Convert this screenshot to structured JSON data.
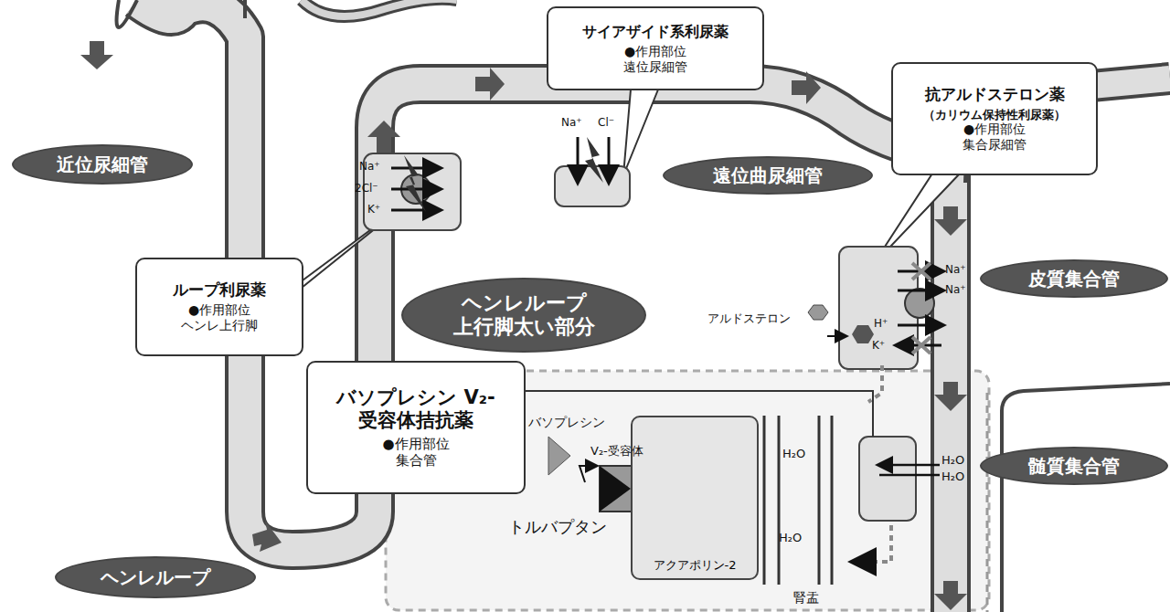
{
  "diagram": {
    "nodes": [
      {
        "text": [
          "サイアザイド系利尿薬",
          "●作用部位",
          "遠位尿細管"
        ]
      },
      {
        "text": [
          "抗アルドステロン薬",
          "（カリウム保持性利尿薬）",
          "●作用部位",
          "集合尿細管"
        ]
      },
      {
        "text": [
          "近位尿細管"
        ]
      },
      {
        "text": [
          "遠位曲尿細管"
        ]
      },
      {
        "text": [
          "皮質集合管"
        ]
      },
      {
        "text": [
          "ループ利尿薬",
          "●作用部位",
          "ヘンレ上行脚"
        ]
      },
      {
        "text": [
          "ヘンレループ 上行脚太い部分"
        ]
      },
      {
        "text": [
          "バソプレシン V₂-受容体拮抗薬",
          "●作用部位",
          "集合管"
        ]
      },
      {
        "text": [
          "アクアポリン-2"
        ]
      },
      {
        "text": [
          "髄質集合管"
        ]
      },
      {
        "text": [
          "ヘンレループ"
        ]
      }
    ],
    "edges": [],
    "labels": [
      "Na⁺",
      "2Cl⁻",
      "K⁺",
      "Na⁺",
      "Cl⁻",
      "Na⁺",
      "Na⁺",
      "アルドステロン",
      "H⁺",
      "K⁺",
      "バソプレシン",
      "V₂-受容体",
      "トルバプタン",
      "H₂O",
      "H₂O",
      "H₂O",
      "H₂O",
      "腎盂"
    ]
  }
}
